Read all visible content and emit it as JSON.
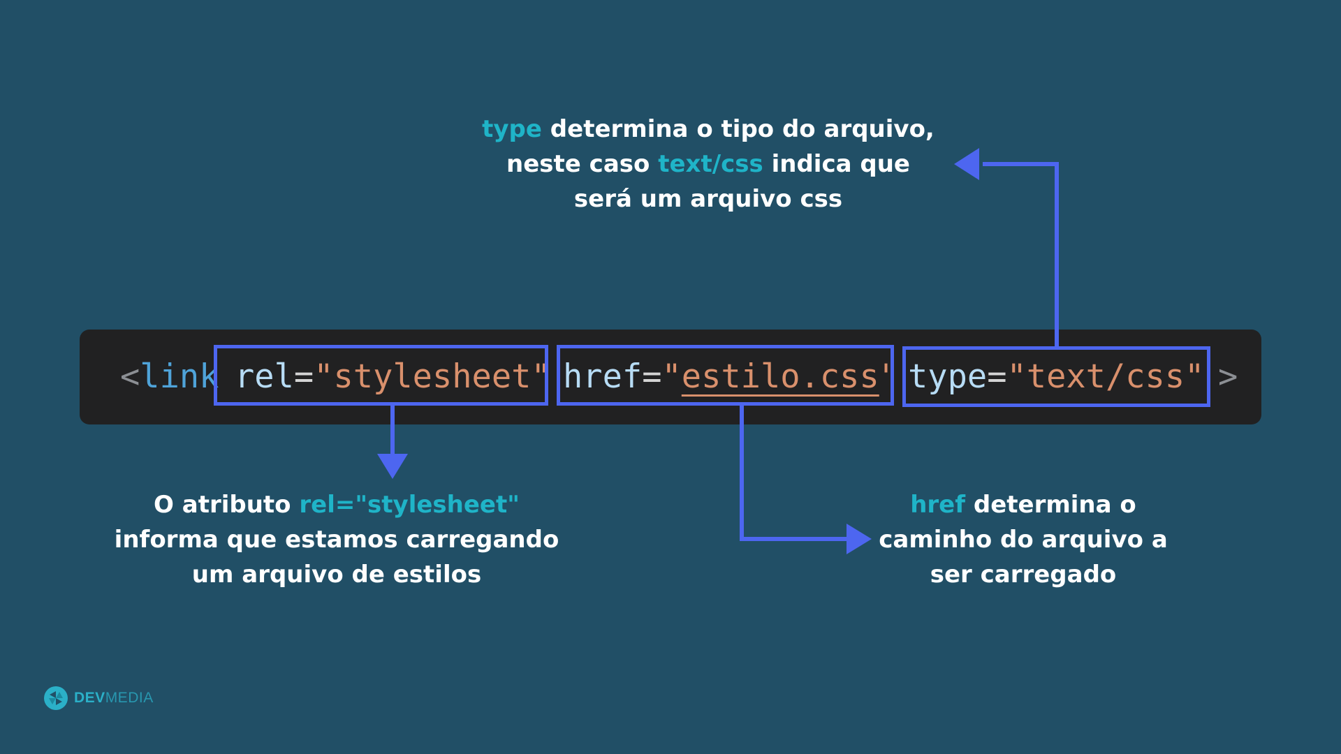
{
  "captions": {
    "type": {
      "hl1": "type",
      "t1": " determina o tipo do arquivo,",
      "t2": "neste caso ",
      "hl2": "text/css",
      "t3": " indica que",
      "t4": "será um arquivo css"
    },
    "rel": {
      "t1": "O atributo ",
      "hl1": "rel=\"stylesheet\"",
      "t2": "informa que estamos carregando",
      "t3": "um arquivo de estilos"
    },
    "href": {
      "hl1": "href",
      "t1": " determina o",
      "t2": "caminho do arquivo a",
      "t3": "ser carregado"
    }
  },
  "code": {
    "open": "<",
    "tag": "link",
    "rel_attr": "rel",
    "rel_eq": "=",
    "rel_value": "\"stylesheet\"",
    "href_attr": "href",
    "href_eq": "=",
    "href_q1": "\"",
    "href_value": "estilo.css",
    "href_q2": "\"",
    "type_attr": "type",
    "type_eq": "=",
    "type_value": "\"text/css\"",
    "close": ">"
  },
  "logo": {
    "dev": "DEV",
    "media": "MEDIA"
  },
  "colors": {
    "background": "#214f66",
    "code_panel": "#212122",
    "highlight_box": "#4d66f0",
    "caption_highlight": "#1fb4c8",
    "string": "#d9906c",
    "tag": "#4fa3d9",
    "attribute": "#b7dcf5"
  }
}
